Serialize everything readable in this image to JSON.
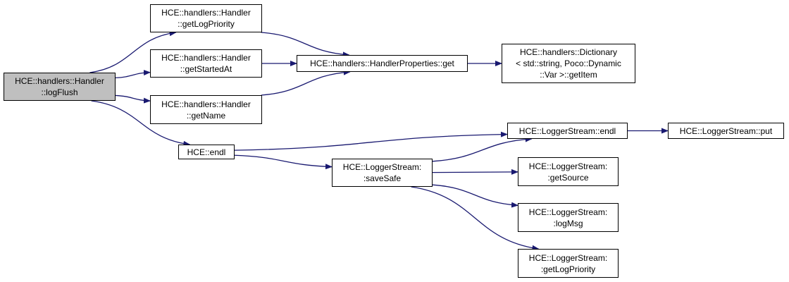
{
  "colors": {
    "edge": "#191970",
    "node_border": "#000000",
    "node_fill": "#ffffff",
    "root_fill": "#bfbfbf"
  },
  "nodes": {
    "root": [
      "HCE::handlers::Handler",
      "::logFlush"
    ],
    "getLogPriority": [
      "HCE::handlers::Handler",
      "::getLogPriority"
    ],
    "getStartedAt": [
      "HCE::handlers::Handler",
      "::getStartedAt"
    ],
    "getName": [
      "HCE::handlers::Handler",
      "::getName"
    ],
    "propsGet": [
      "HCE::handlers::HandlerProperties::get"
    ],
    "dictGetItem": [
      "HCE::handlers::Dictionary",
      "< std::string, Poco::Dynamic",
      "::Var >::getItem"
    ],
    "endl": [
      "HCE::endl"
    ],
    "lsEndl": [
      "HCE::LoggerStream::endl"
    ],
    "lsPut": [
      "HCE::LoggerStream::put"
    ],
    "lsSaveSafe": [
      "HCE::LoggerStream:",
      ":saveSafe"
    ],
    "lsGetSource": [
      "HCE::LoggerStream:",
      ":getSource"
    ],
    "lsLogMsg": [
      "HCE::LoggerStream:",
      ":logMsg"
    ],
    "lsGetLogPriority": [
      "HCE::LoggerStream:",
      ":getLogPriority"
    ]
  },
  "edges": [
    [
      "root",
      "getLogPriority"
    ],
    [
      "root",
      "getStartedAt"
    ],
    [
      "root",
      "getName"
    ],
    [
      "root",
      "endl"
    ],
    [
      "getLogPriority",
      "propsGet"
    ],
    [
      "getStartedAt",
      "propsGet"
    ],
    [
      "getName",
      "propsGet"
    ],
    [
      "propsGet",
      "dictGetItem"
    ],
    [
      "endl",
      "lsEndl"
    ],
    [
      "endl",
      "lsSaveSafe"
    ],
    [
      "lsEndl",
      "lsPut"
    ],
    [
      "lsSaveSafe",
      "lsEndl"
    ],
    [
      "lsSaveSafe",
      "lsGetSource"
    ],
    [
      "lsSaveSafe",
      "lsLogMsg"
    ],
    [
      "lsSaveSafe",
      "lsGetLogPriority"
    ]
  ]
}
